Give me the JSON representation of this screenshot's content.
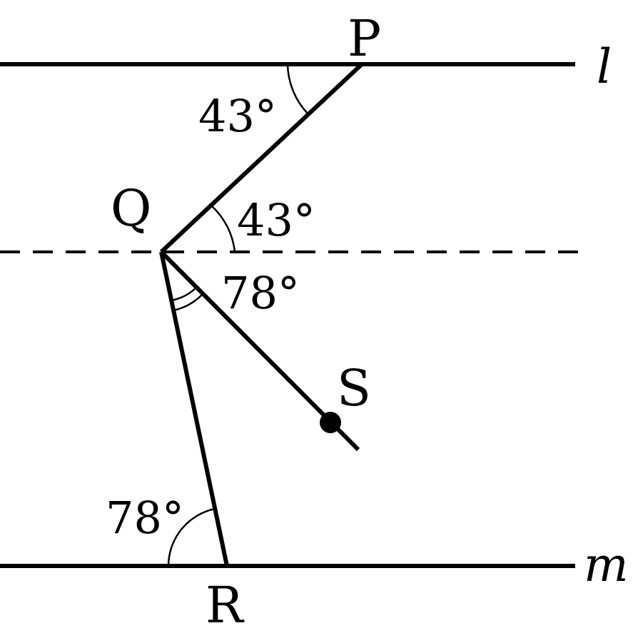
{
  "points": {
    "P": "P",
    "Q": "Q",
    "R": "R",
    "S": "S"
  },
  "lines": {
    "l": "l",
    "m": "m"
  },
  "angles": {
    "angle_at_P": "43°",
    "angle_at_Q_upper": "43°",
    "angle_at_Q_lower": "78°",
    "angle_at_R": "78°"
  },
  "colors": {
    "ink": "#000000",
    "background": "#ffffff"
  }
}
